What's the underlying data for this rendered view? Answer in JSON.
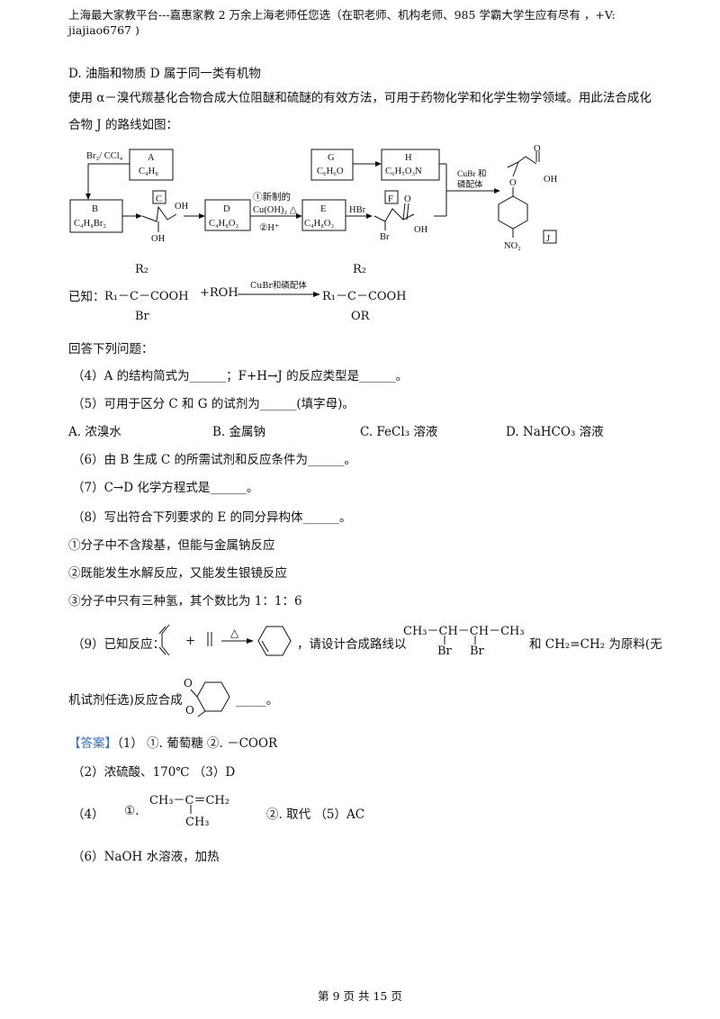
{
  "header": {
    "line1": "上海最大家教平台---嘉惠家教    2 万余上海老师任您选（在职老师、机构老师、985 学霸大学生应有尽有  ，+V:",
    "line2": "jiajiao6767 )"
  },
  "option_d": "D. 油脂和物质 D 属于同一类有机物",
  "intro": "使用 α－溴代羰基化合物合成大位阻醚和硫醚的有效方法，可用于药物化学和化学生物学领域。用此法合成化合物 J 的路线如图：",
  "route": {
    "reagent_b": "Br₂/ CCl₄",
    "box_a_label": "A",
    "box_a_formula": "C₄H₈",
    "box_b_label": "B",
    "box_b_formula": "C₄H₈Br₂",
    "box_c": "C",
    "oh1": "OH",
    "oh2": "OH",
    "box_d_label": "D",
    "box_d_formula": "C₄H₈O₂",
    "cond_de_1": "①新制的",
    "cond_de_2": "Cu(OH)₂ △",
    "cond_de_3": "②H⁺",
    "box_e_label": "E",
    "box_e_formula": "C₄H₈O₃",
    "hbr": "HBr",
    "box_f": "F",
    "f_o": "O",
    "f_br": "Br",
    "f_oh": "OH",
    "box_g_label": "G",
    "box_g_formula": "C₆H₆O",
    "box_h_label": "H",
    "box_h_formula": "C₆H₅O₃N",
    "cubr_1": "CuBr 和",
    "cubr_2": "磷配体",
    "j_o_top": "O",
    "j_oh": "OH",
    "j_o": "O",
    "j_no2": "NO₂",
    "box_j": "J"
  },
  "known": {
    "label": "已知：",
    "r2_left": "R₂",
    "r1c_left": "R₁－C－COOH",
    "br_left": "Br",
    "plus_roh": "+ROH",
    "cond": "CuBr和磷配体",
    "r2_right": "R₂",
    "r1c_right": "R₁－C－COOH",
    "or_right": "OR"
  },
  "questions_heading": "回答下列问题：",
  "q4": "（4）A 的结构简式为______；F+H→J 的反应类型是______。",
  "q5": "（5）可用于区分 C 和 G 的试剂为______(填字母)。",
  "q5_options": [
    "A. 浓溴水",
    "B. 金属钠",
    "C. FeCl₃ 溶液",
    "D. NaHCO₃ 溶液"
  ],
  "q6": "（6）由 B 生成 C 的所需试剂和反应条件为______。",
  "q7": "（7）C→D 化学方程式是______。",
  "q8": "（8）写出符合下列要求的 E 的同分异构体______。",
  "cond1": "①分子中不含羧基，但能与金属钠反应",
  "cond2": "②既能发生水解反应，又能发生银镜反应",
  "cond3": "③分子中只有三种氢，其个数比为 1：1：6",
  "q9": {
    "prefix": "（9）已知反应：",
    "plus": "+",
    "delta": "△",
    "mid": "，请设计合成路线以",
    "chain": "CH₃－CH－CH－CH₃",
    "br1": "Br",
    "br2": "Br",
    "suffix": "和 CH₂=CH₂ 为原料(无",
    "line2": "机试剂任选)反应合成",
    "o1": "O",
    "o2": "O",
    "tail": "_____。"
  },
  "answer": {
    "tag": "【答案】",
    "a1": "（1）    ①. 葡萄糖    ②. －COOR",
    "a2": "（2）浓硫酸、170℃      （3）D",
    "a4_prefix": "（4）",
    "a4_one": "①.",
    "a4_formula": "CH₃－C＝CH₂",
    "a4_ch3": "CH₃",
    "a4_rest": "②. 取代      （5）AC",
    "a6": "（6）NaOH 水溶液，加热"
  },
  "footer": "第 9 页  共 15 页"
}
